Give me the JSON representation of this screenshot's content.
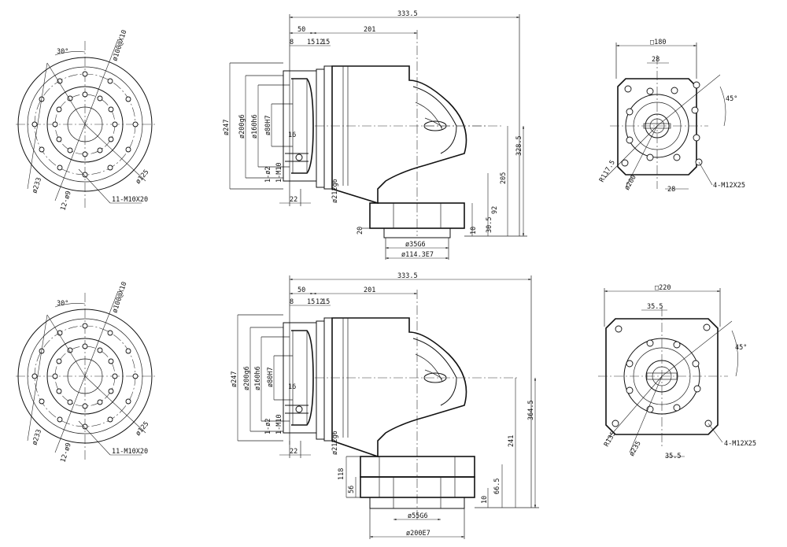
{
  "views": [
    {
      "flange": {
        "angle": "30°",
        "thread_main": "ø100@X10",
        "dia_233": "ø233",
        "dia_125": "ø125",
        "holes": "12-ø9",
        "thread": "11-M10X20"
      },
      "side": {
        "overall": "333.5",
        "d50": "50",
        "d201": "201",
        "d8": "8",
        "d15": "15",
        "d12": "12",
        "d15b": "15",
        "dia247": "ø247",
        "dia200": "ø200g6",
        "dia160": "ø160h6",
        "dia80": "ø80H7",
        "d16": "16",
        "d1ø2": "1-ø2",
        "d1m10": "1-M10",
        "d22": "22",
        "dia212": "ø212g6",
        "h328": "328.5",
        "h205": "205",
        "h92": "92",
        "h30": "30.5",
        "h10": "10",
        "h20": "20",
        "dia35": "ø35G6",
        "dia114": "ø114.3E7"
      },
      "end": {
        "square": "□180",
        "d28top": "28",
        "angle": "45°",
        "r": "R117.5",
        "dia": "ø200",
        "d28bot": "28",
        "thread": "4-M12X25"
      }
    },
    {
      "flange": {
        "angle": "30°",
        "thread_main": "ø100@X10",
        "dia_233": "ø233",
        "dia_125": "ø125",
        "holes": "12-ø9",
        "thread": "11-M10X20"
      },
      "side": {
        "overall": "333.5",
        "d50": "50",
        "d201": "201",
        "d8": "8",
        "d15": "15",
        "d12": "12",
        "d15b": "15",
        "dia247": "ø247",
        "dia200": "ø200g6",
        "dia160": "ø160h6",
        "dia80": "ø80H7",
        "d16": "16",
        "d1ø2": "1-ø2",
        "d1m10": "1-M10",
        "d22": "22",
        "dia212": "ø212g6",
        "h328": "364.5",
        "h205": "241",
        "h92": "118",
        "h30": "66.5",
        "h10": "10",
        "h20": "56",
        "dia35": "ø55G6",
        "dia114": "ø200E7"
      },
      "end": {
        "square": "□220",
        "d28top": "35.5",
        "angle": "45°",
        "r": "R135",
        "dia": "ø235",
        "d28bot": "35.5",
        "thread": "4-M12X25"
      }
    }
  ]
}
